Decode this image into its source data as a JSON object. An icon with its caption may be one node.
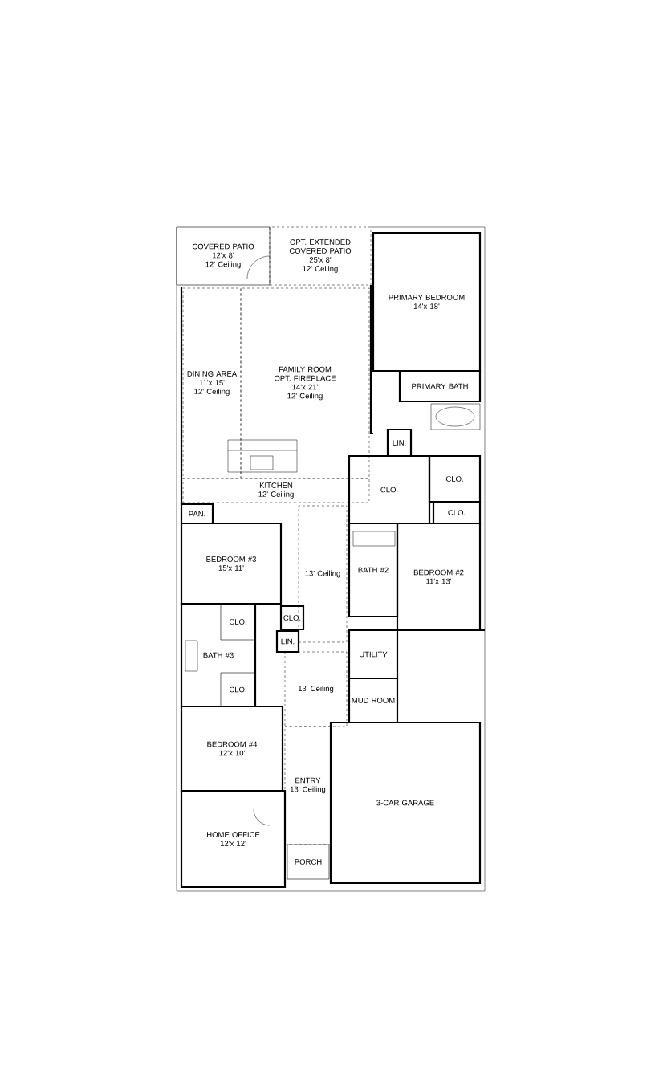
{
  "diagram": {
    "nodes": [
      {
        "text": [
          "COVERED PATIO",
          "12'x 8'",
          "12' Ceiling"
        ]
      },
      {
        "text": [
          "OPT. EXTENDED COVERED PATIO",
          "25'x 8'",
          "12' Ceiling"
        ]
      },
      {
        "text": [
          "PRIMARY BEDROOM",
          "14'x 18'"
        ]
      },
      {
        "text": [
          "DINING AREA",
          "11'x 15'",
          "12' Ceiling"
        ]
      },
      {
        "text": [
          "FAMILY ROOM",
          "OPT. FIREPLACE",
          "14'x 21'",
          "12' Ceiling"
        ]
      },
      {
        "text": [
          "PRIMARY BATH"
        ]
      },
      {
        "text": [
          "LIN."
        ]
      },
      {
        "text": [
          "KITCHEN",
          "12' Ceiling"
        ]
      },
      {
        "text": [
          "CLO."
        ]
      },
      {
        "text": [
          "CLO."
        ]
      },
      {
        "text": [
          "CLO."
        ]
      },
      {
        "text": [
          "PAN."
        ]
      },
      {
        "text": [
          "BEDROOM #3",
          "15'x 11'"
        ]
      },
      {
        "text": [
          "13' Ceiling"
        ]
      },
      {
        "text": [
          "BATH #2"
        ]
      },
      {
        "text": [
          "BEDROOM #2",
          "11'x 13'"
        ]
      },
      {
        "text": [
          "BATH #3"
        ]
      },
      {
        "text": [
          "CLO."
        ],
        "in": 16
      },
      {
        "text": [
          "CLO."
        ],
        "in": 16
      },
      {
        "text": [
          "CLO."
        ]
      },
      {
        "text": [
          "LIN."
        ]
      },
      {
        "text": [
          "UTILITY"
        ]
      },
      {
        "text": [
          "13' Ceiling"
        ]
      },
      {
        "text": [
          "MUD ROOM"
        ]
      },
      {
        "text": [
          "BEDROOM #4",
          "12'x 10'"
        ]
      },
      {
        "text": [
          "ENTRY",
          "13' Ceiling"
        ]
      },
      {
        "text": [
          "3-CAR GARAGE"
        ]
      },
      {
        "text": [
          "HOME OFFICE",
          "12'x 12'"
        ]
      },
      {
        "text": [
          "PORCH"
        ]
      }
    ]
  }
}
